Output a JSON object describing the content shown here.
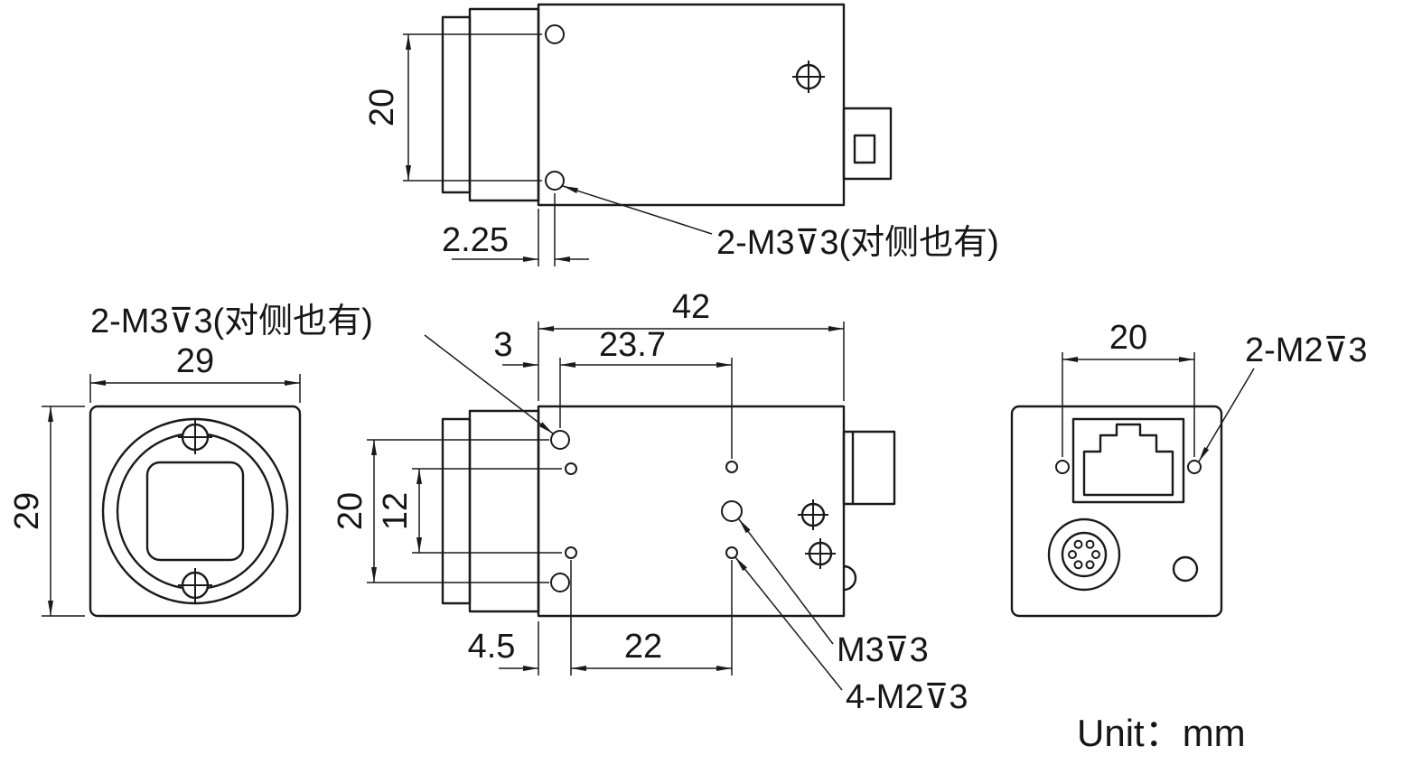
{
  "drawing": {
    "unit": "Unit：mm",
    "top_view": {
      "dim_height": "20",
      "dim_offset": "2.25",
      "thread_label": "2-M3⊽3(对侧也有)"
    },
    "front_view": {
      "dim_width": "29",
      "dim_height": "29"
    },
    "side_view": {
      "thread_label_top": "2-M3⊽3(对侧也有)",
      "dim_length": "42",
      "dim_front_offset": "3",
      "dim_hole_span": "23.7",
      "dim_height": "20",
      "dim_inner_height": "12",
      "dim_bottom_offset": "4.5",
      "dim_bottom_span": "22",
      "thread_label_m3": "M3⊽3",
      "thread_label_m2": "4-M2⊽3"
    },
    "back_view": {
      "dim_hole_span": "20",
      "thread_label": "2-M2⊽3"
    }
  }
}
